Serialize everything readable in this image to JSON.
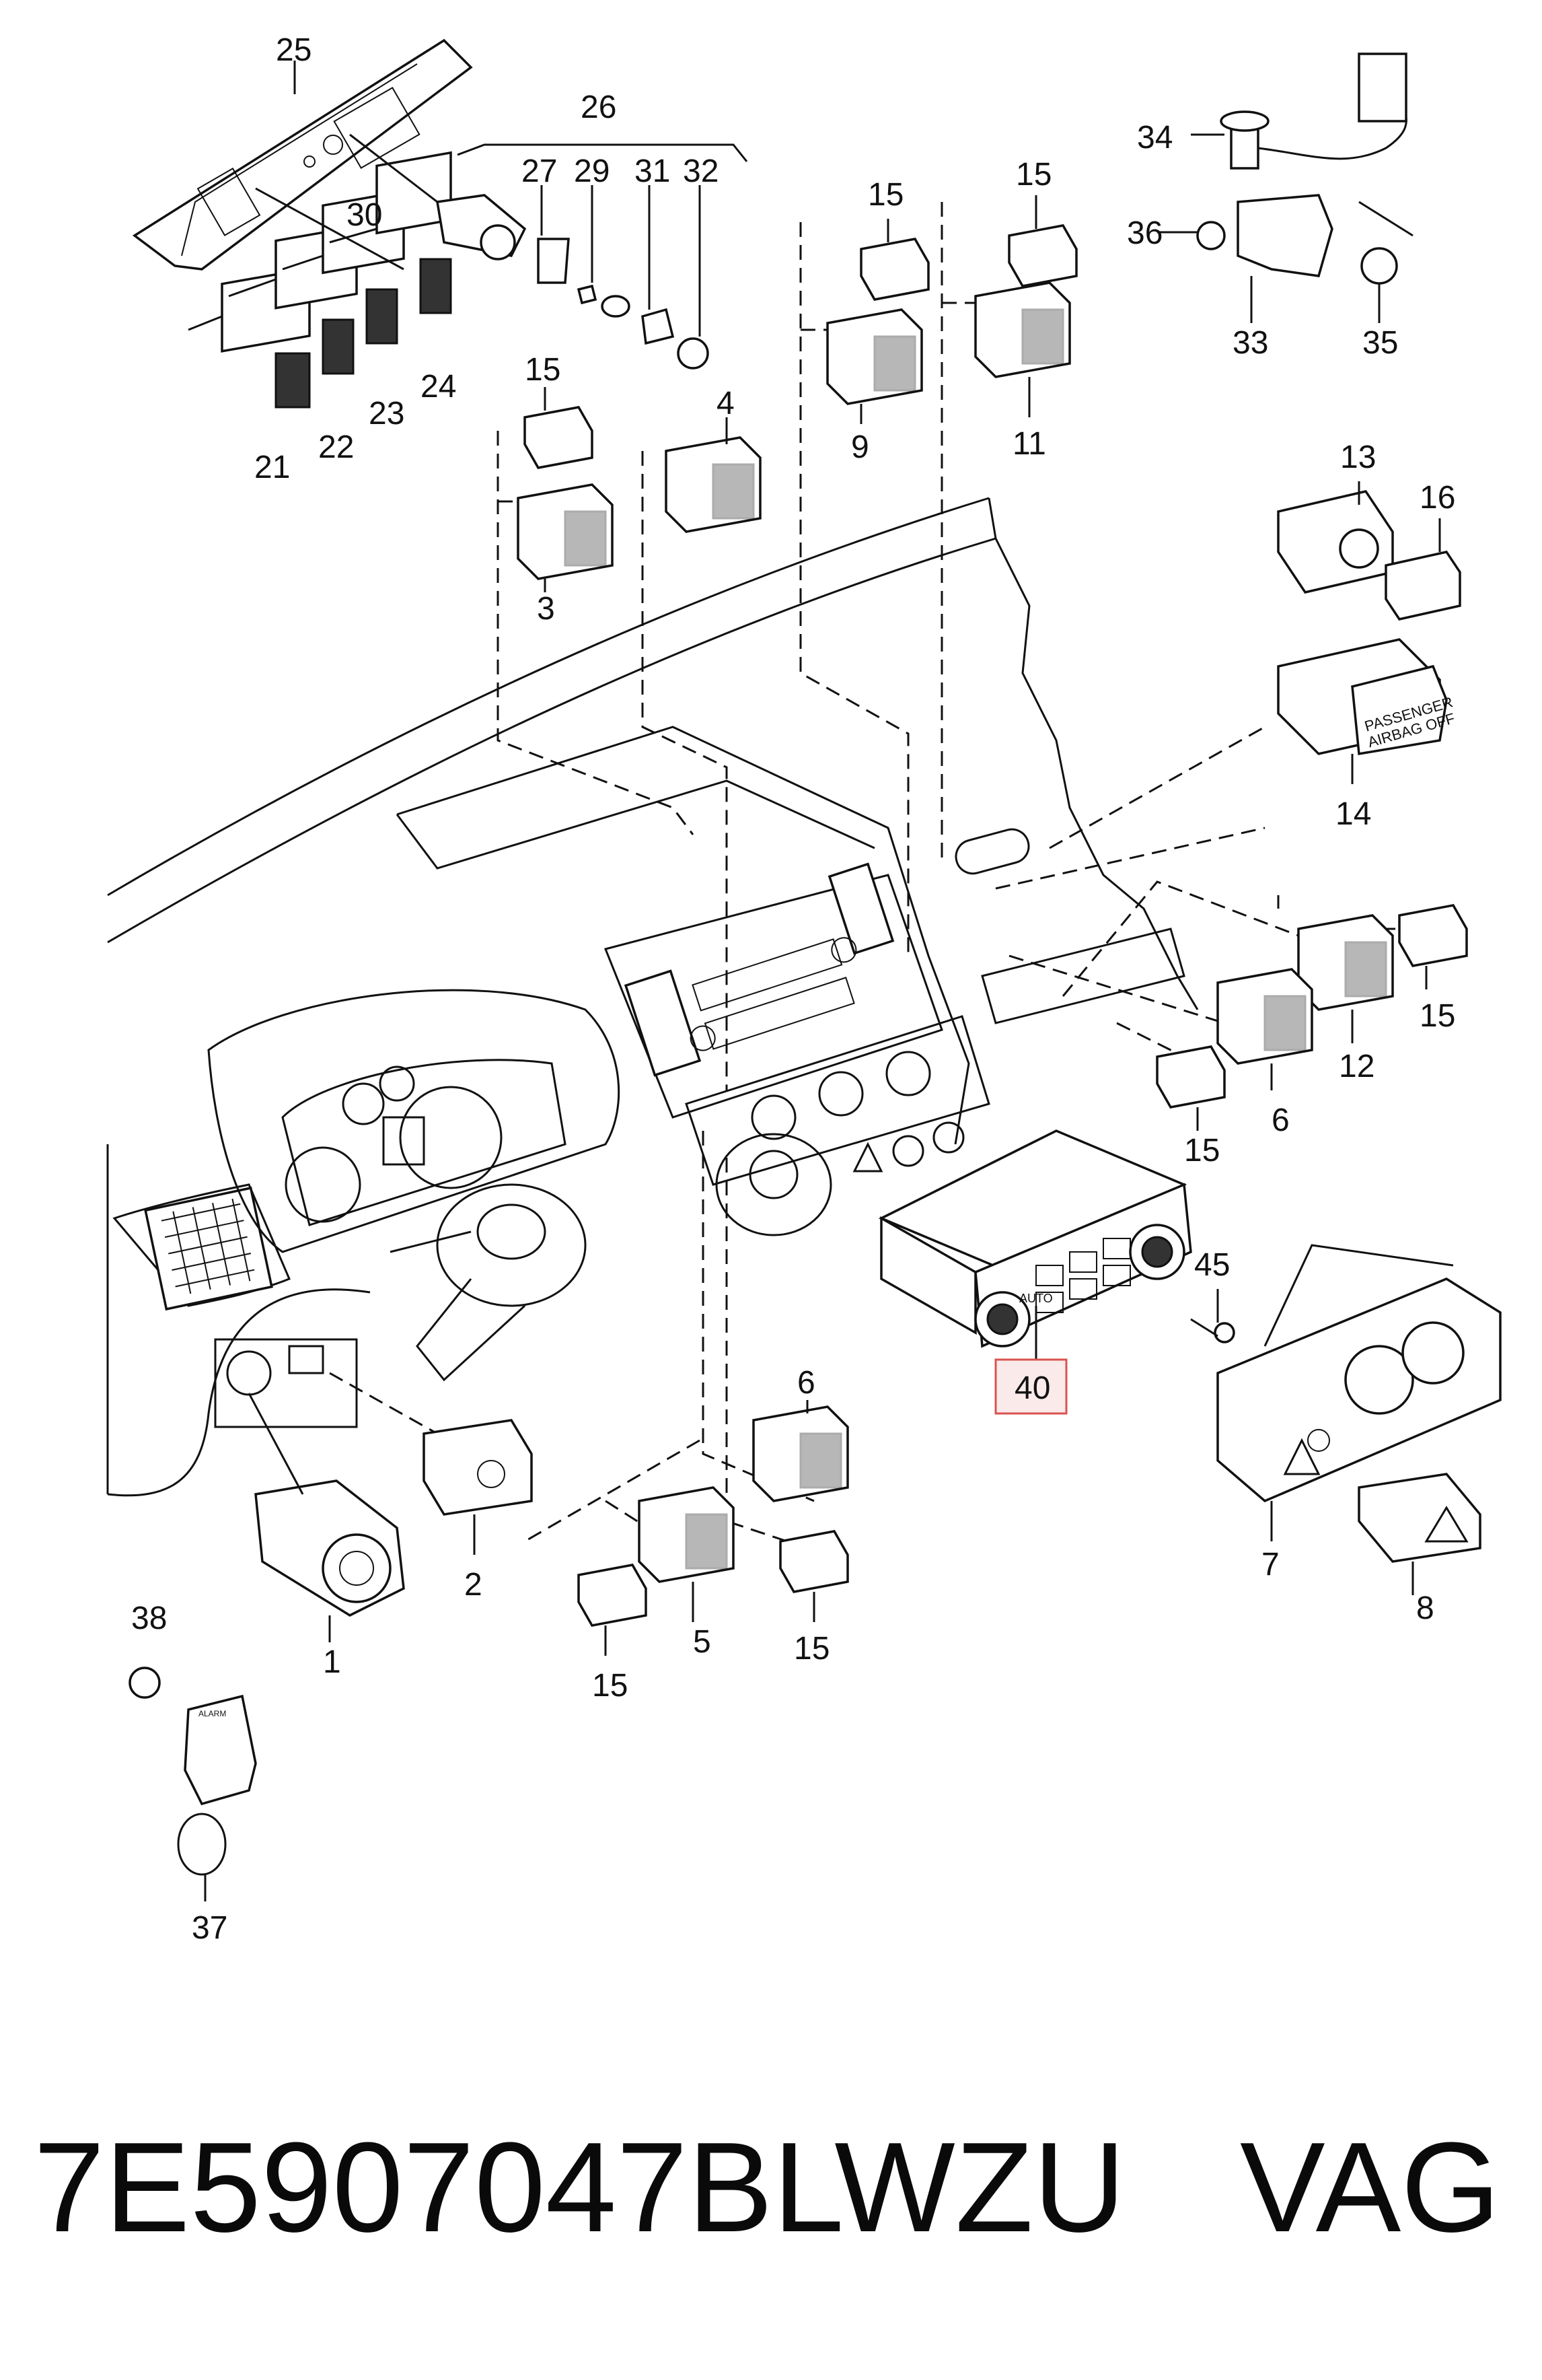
{
  "callouts": {
    "c1": "1",
    "c2": "2",
    "c3": "3",
    "c4": "4",
    "c5": "5",
    "c6a": "6",
    "c6b": "6",
    "c7": "7",
    "c8": "8",
    "c9": "9",
    "c11": "11",
    "c12": "12",
    "c13": "13",
    "c14": "14",
    "c15a": "15",
    "c15b": "15",
    "c15c": "15",
    "c15d": "15",
    "c15e": "15",
    "c15f": "15",
    "c15g": "15",
    "c16": "16",
    "c21": "21",
    "c22": "22",
    "c23": "23",
    "c24": "24",
    "c25": "25",
    "c26": "26",
    "c27": "27",
    "c29": "29",
    "c30": "30",
    "c31": "31",
    "c32": "32",
    "c33": "33",
    "c34": "34",
    "c35": "35",
    "c36": "36",
    "c37": "37",
    "c38": "38",
    "c40": "40",
    "c45": "45"
  },
  "part_text": {
    "airbag_line1": "PASSENGER",
    "airbag_line2": "AIRBAG OFF",
    "key_badge": "ALARM",
    "auto_label": "AUTO"
  },
  "highlight_color": "#d9534f",
  "footer": {
    "part_number": "7E5907047BLWZU",
    "brand": "VAG"
  }
}
